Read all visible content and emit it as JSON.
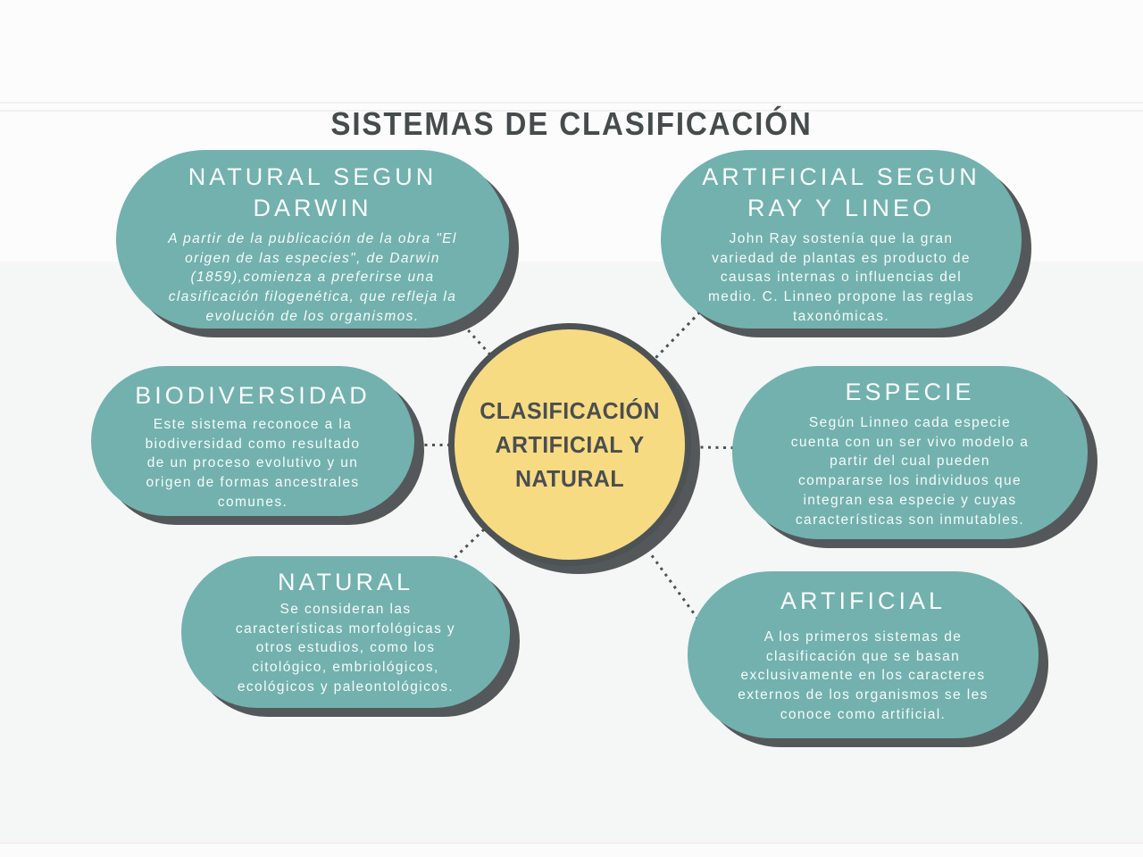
{
  "title": "SISTEMAS DE CLASIFICACIÓN",
  "center": {
    "label_lines": [
      "CLASIFICACIÓN",
      "ARTIFICIAL Y",
      "NATURAL"
    ]
  },
  "nodes": {
    "natural_darwin": {
      "heading": [
        "NATURAL SEGUN",
        "DARWIN"
      ],
      "body": [
        "A partir de la publicación de la obra \"El",
        "origen de las especies\", de Darwin",
        "(1859),comienza a preferirse una",
        "clasificación filogenética, que refleja la",
        "evolución de los organismos."
      ]
    },
    "artificial_ray_lineo": {
      "heading": [
        "ARTIFICIAL SEGUN",
        "RAY Y LINEO"
      ],
      "body": [
        "John Ray sostenía que la gran",
        "variedad de plantas es producto de",
        "causas internas o influencias del",
        "medio. C. Linneo propone las reglas",
        "taxonómicas."
      ]
    },
    "biodiversidad": {
      "heading": [
        "BIODIVERSIDAD"
      ],
      "body": [
        "Este sistema reconoce a la",
        "biodiversidad como resultado",
        "de un proceso evolutivo y un",
        "origen de formas ancestrales",
        "comunes."
      ]
    },
    "especie": {
      "heading": [
        "ESPECIE"
      ],
      "body": [
        "Según Linneo cada especie",
        "cuenta con un ser vivo modelo a",
        "partir del cual pueden",
        "compararse los individuos que",
        "integran esa especie y cuyas",
        "características son inmutables."
      ]
    },
    "natural": {
      "heading": [
        "NATURAL"
      ],
      "body": [
        "Se consideran las",
        "características morfológicas y",
        "otros estudios, como los",
        "citológico, embriológicos,",
        "ecológicos y paleontológicos."
      ]
    },
    "artificial": {
      "heading": [
        "ARTIFICIAL"
      ],
      "body": [
        "A los primeros sistemas de",
        "clasificación que se basan",
        "exclusivamente en los caracteres",
        "externos de los organismos se les",
        "conoce como artificial."
      ]
    }
  },
  "edges": [
    {
      "from": "center",
      "to": "natural_darwin",
      "style": "dotted"
    },
    {
      "from": "center",
      "to": "artificial_ray_lineo",
      "style": "dotted"
    },
    {
      "from": "center",
      "to": "biodiversidad",
      "style": "dotted"
    },
    {
      "from": "center",
      "to": "especie",
      "style": "dotted"
    },
    {
      "from": "center",
      "to": "natural",
      "style": "dotted"
    },
    {
      "from": "center",
      "to": "artificial",
      "style": "dotted"
    }
  ],
  "colors": {
    "bubble_teal": "#72B1AE",
    "shadow_gray": "#54585A",
    "center_yellow": "#F7DB82",
    "circle_border": "#4D5254",
    "title_ink": "#464B4C",
    "bubble_text": "#FBFEFE",
    "connector_dot": "#4E5254",
    "background_top": "#FCFCFC",
    "background_main": "#F5F6F6"
  }
}
